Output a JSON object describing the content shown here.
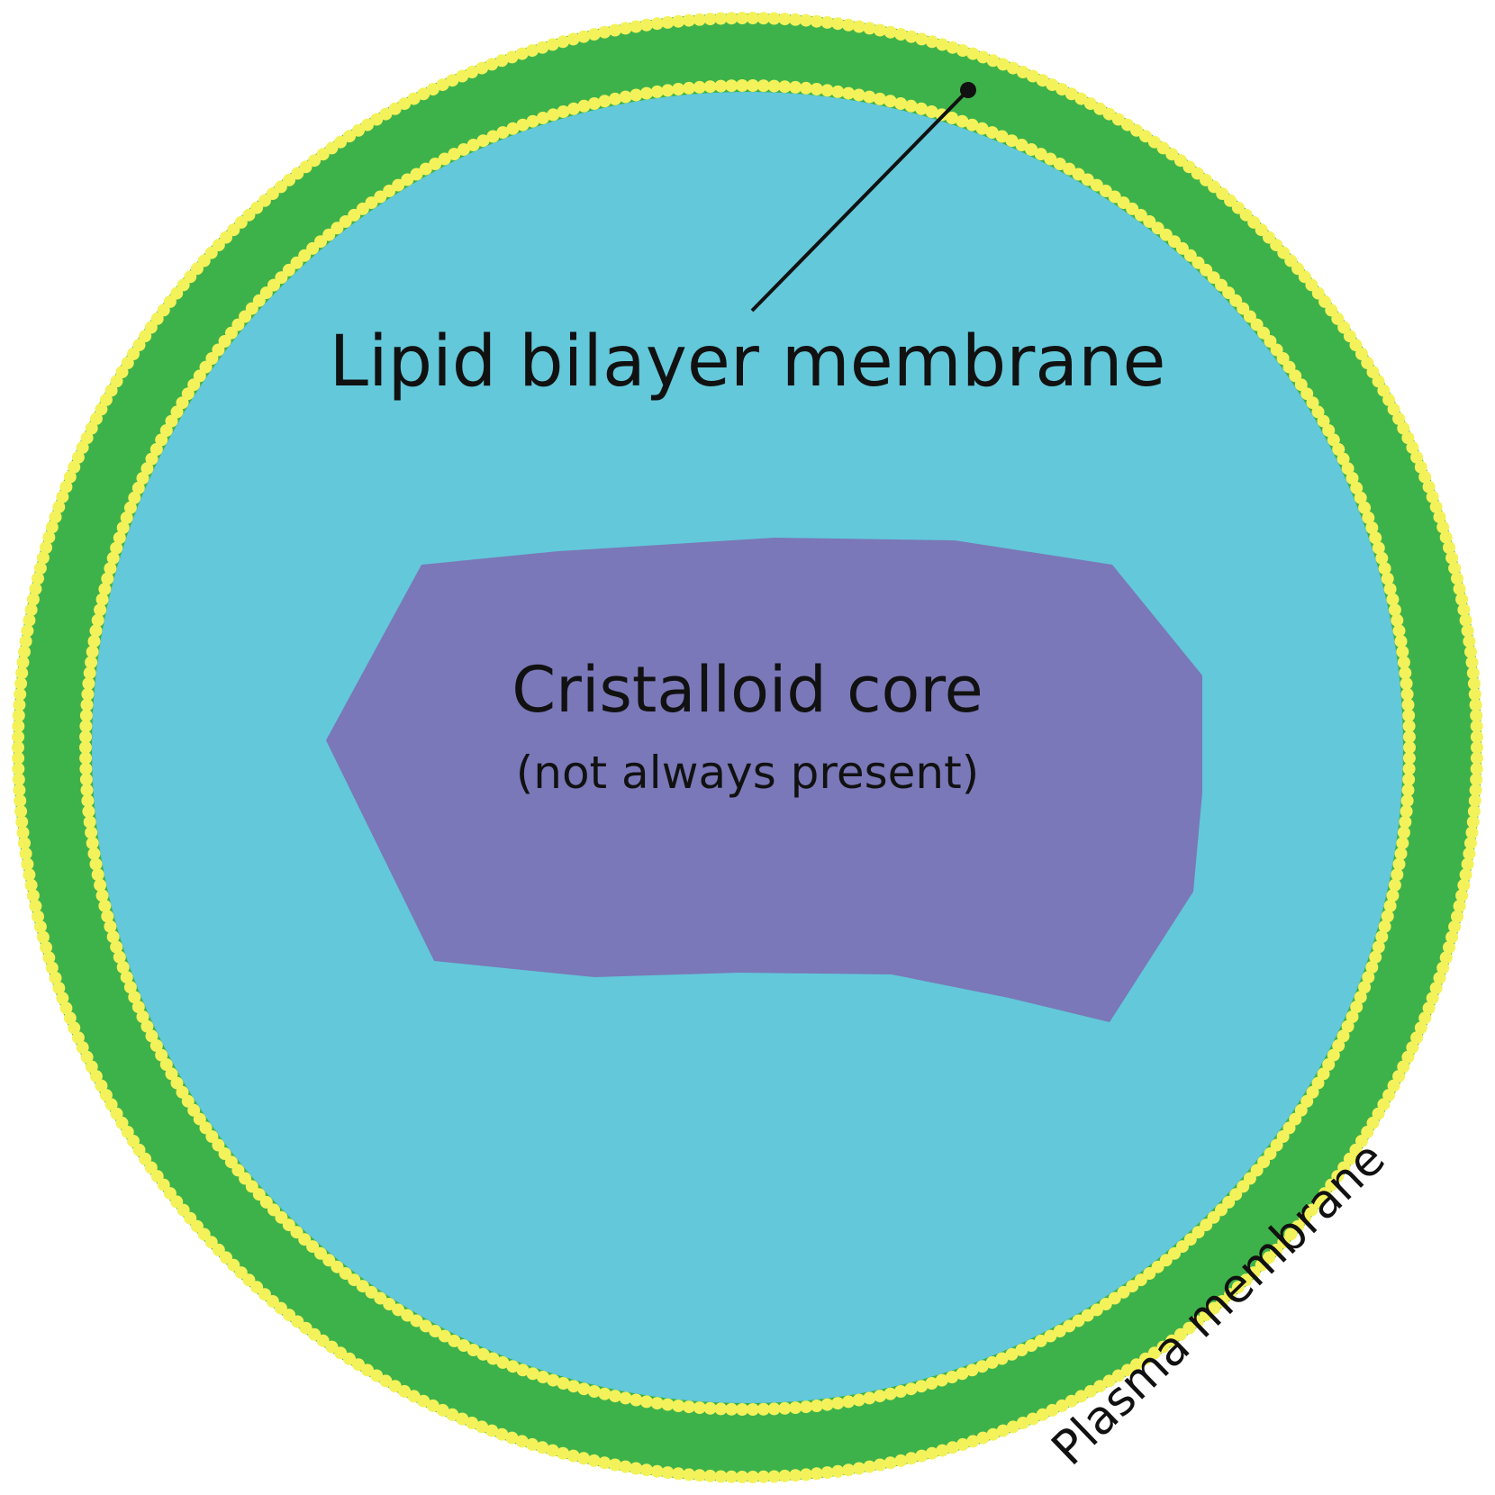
{
  "diagram": {
    "colors": {
      "background": "#ffffff",
      "matrix": "#63c8da",
      "membrane_green": "#3db24a",
      "lipid_heads_yellow": "#f4f25a",
      "core_purple": "#7a78b8",
      "text": "#111111"
    },
    "labels": {
      "lipid_bilayer": "Lipid bilayer membrane",
      "core_title": "Cristalloid core",
      "core_subtitle": "(not always present)",
      "plasma_membrane": "Plasma membrane"
    }
  }
}
